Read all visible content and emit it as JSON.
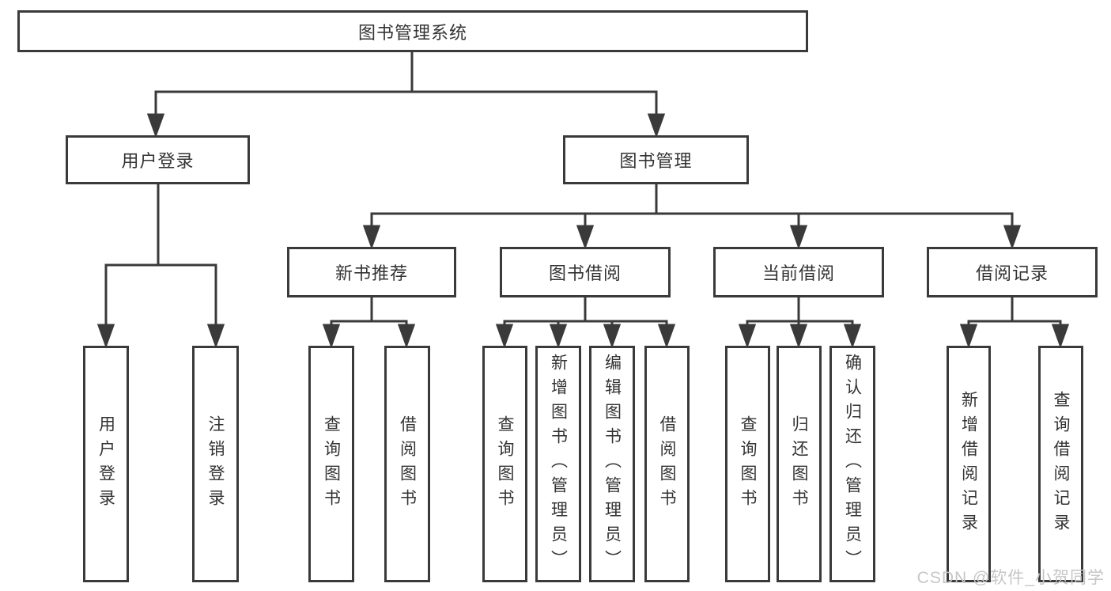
{
  "diagram": {
    "root": {
      "label": "图书管理系统"
    },
    "branches": [
      {
        "label": "用户登录",
        "children": [
          {
            "label": "用户登录"
          },
          {
            "label": "注销登录"
          }
        ]
      },
      {
        "label": "图书管理",
        "groups": [
          {
            "label": "新书推荐",
            "children": [
              {
                "label": "查询图书"
              },
              {
                "label": "借阅图书"
              }
            ]
          },
          {
            "label": "图书借阅",
            "children": [
              {
                "label": "查询图书"
              },
              {
                "label": "新增图书（管理员）"
              },
              {
                "label": "编辑图书（管理员）"
              },
              {
                "label": "借阅图书"
              }
            ]
          },
          {
            "label": "当前借阅",
            "children": [
              {
                "label": "查询图书"
              },
              {
                "label": "归还图书"
              },
              {
                "label": "确认归还（管理员）"
              }
            ]
          },
          {
            "label": "借阅记录",
            "children": [
              {
                "label": "新增借阅记录"
              },
              {
                "label": "查询借阅记录"
              }
            ]
          }
        ]
      }
    ]
  },
  "watermark": {
    "text": "CSDN @软件_小贺同学"
  },
  "colors": {
    "line": "#3a3a3a",
    "box_border": "#3a3a3a",
    "text": "#333333",
    "background": "#ffffff",
    "watermark": "#c6c6c6"
  }
}
